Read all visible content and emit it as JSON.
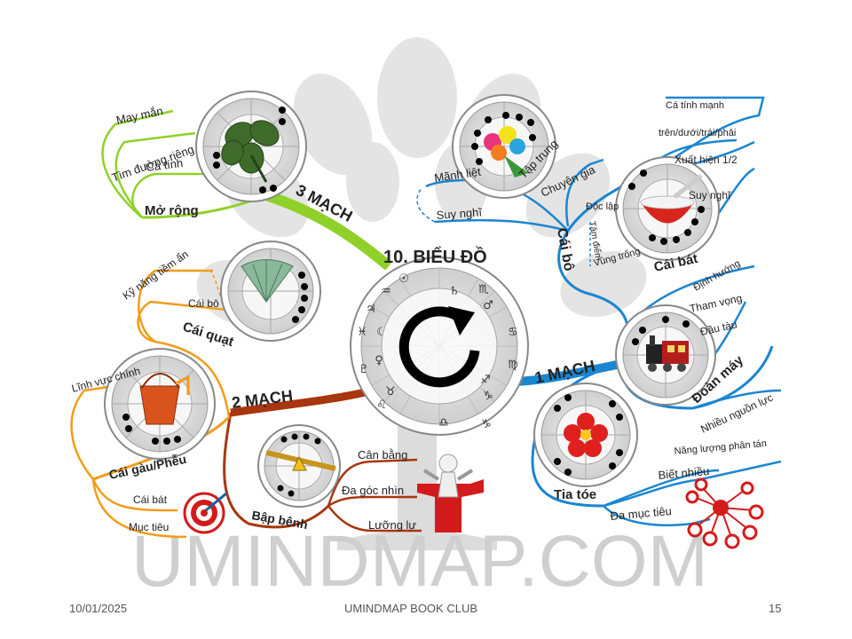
{
  "title": "10. BIỂU ĐỒ",
  "watermark": "UMINDMAP.COM",
  "footer": {
    "date": "10/01/2025",
    "club": "UMINDMAP BOOK CLUB",
    "page": "15"
  },
  "branches": {
    "one": {
      "label": "1 MẠCH",
      "color": "#1b86d0",
      "sub": {
        "cai_bo": {
          "label": "Cái bô",
          "items": [
            "Mãnh liệt",
            "Tập trung",
            "Chuyên gia",
            "Suy nghĩ",
            "Độc lập",
            "Tâm điểm",
            "Vùng trống"
          ]
        },
        "cai_bat": {
          "label": "Cái bát",
          "items": [
            "Cá tính mạnh",
            "trên/dưới/trái/phải",
            "Xuất hiện 1/2",
            "Suy nghĩ",
            "Định hướng"
          ]
        },
        "doan_may": {
          "label": "Đoàn máy",
          "items": [
            "Tham vọng",
            "Đầu tàu",
            "Nhiều nguồn lực"
          ]
        },
        "tia_toe": {
          "label": "Tia tóe",
          "items": [
            "Năng lượng phân tán",
            "Biết nhiều",
            "Đa mục tiêu"
          ]
        }
      }
    },
    "two": {
      "label": "2 MẠCH",
      "color": "#a8360e",
      "sub": {
        "bap_benh": {
          "label": "Bập bênh",
          "items": [
            "Cân bằng",
            "Đa góc nhìn",
            "Lưỡng lự"
          ]
        }
      }
    },
    "three": {
      "label": "3 MẠCH",
      "color": "#8fd12a",
      "sub": {
        "mo_rong": {
          "label": "Mở rộng",
          "items": [
            "May mắn",
            "Tìm đường riêng",
            "Cá tính"
          ]
        }
      }
    },
    "orange": {
      "color": "#f39c1a",
      "sub": {
        "cai_quat": {
          "label": "Cái quạt",
          "items": [
            "Kỹ năng tiềm ẩn",
            "Cái bô"
          ]
        },
        "cai_gau": {
          "label": "Cái gàu/Phễu",
          "items": [
            "Lĩnh vực chính",
            "Cái bát",
            "Mục tiêu"
          ]
        }
      }
    }
  },
  "zodiac_glyphs": [
    "♒",
    "☉",
    "♀",
    "♃",
    "♏",
    "♂",
    "♋",
    "♍",
    "♐",
    "♑",
    "♑",
    "♎",
    "♌",
    "♉",
    "☾",
    "♓",
    "♄",
    "♇"
  ],
  "icons": [
    "clover-icon",
    "flower-bouquet-icon",
    "bowl-icon",
    "fan-icon",
    "bucket-icon",
    "train-icon",
    "red-flower-icon",
    "seesaw-icon",
    "target-icon",
    "person-crossroad-icon",
    "network-target-icon",
    "tree-icon",
    "refresh-arrow-icon"
  ]
}
